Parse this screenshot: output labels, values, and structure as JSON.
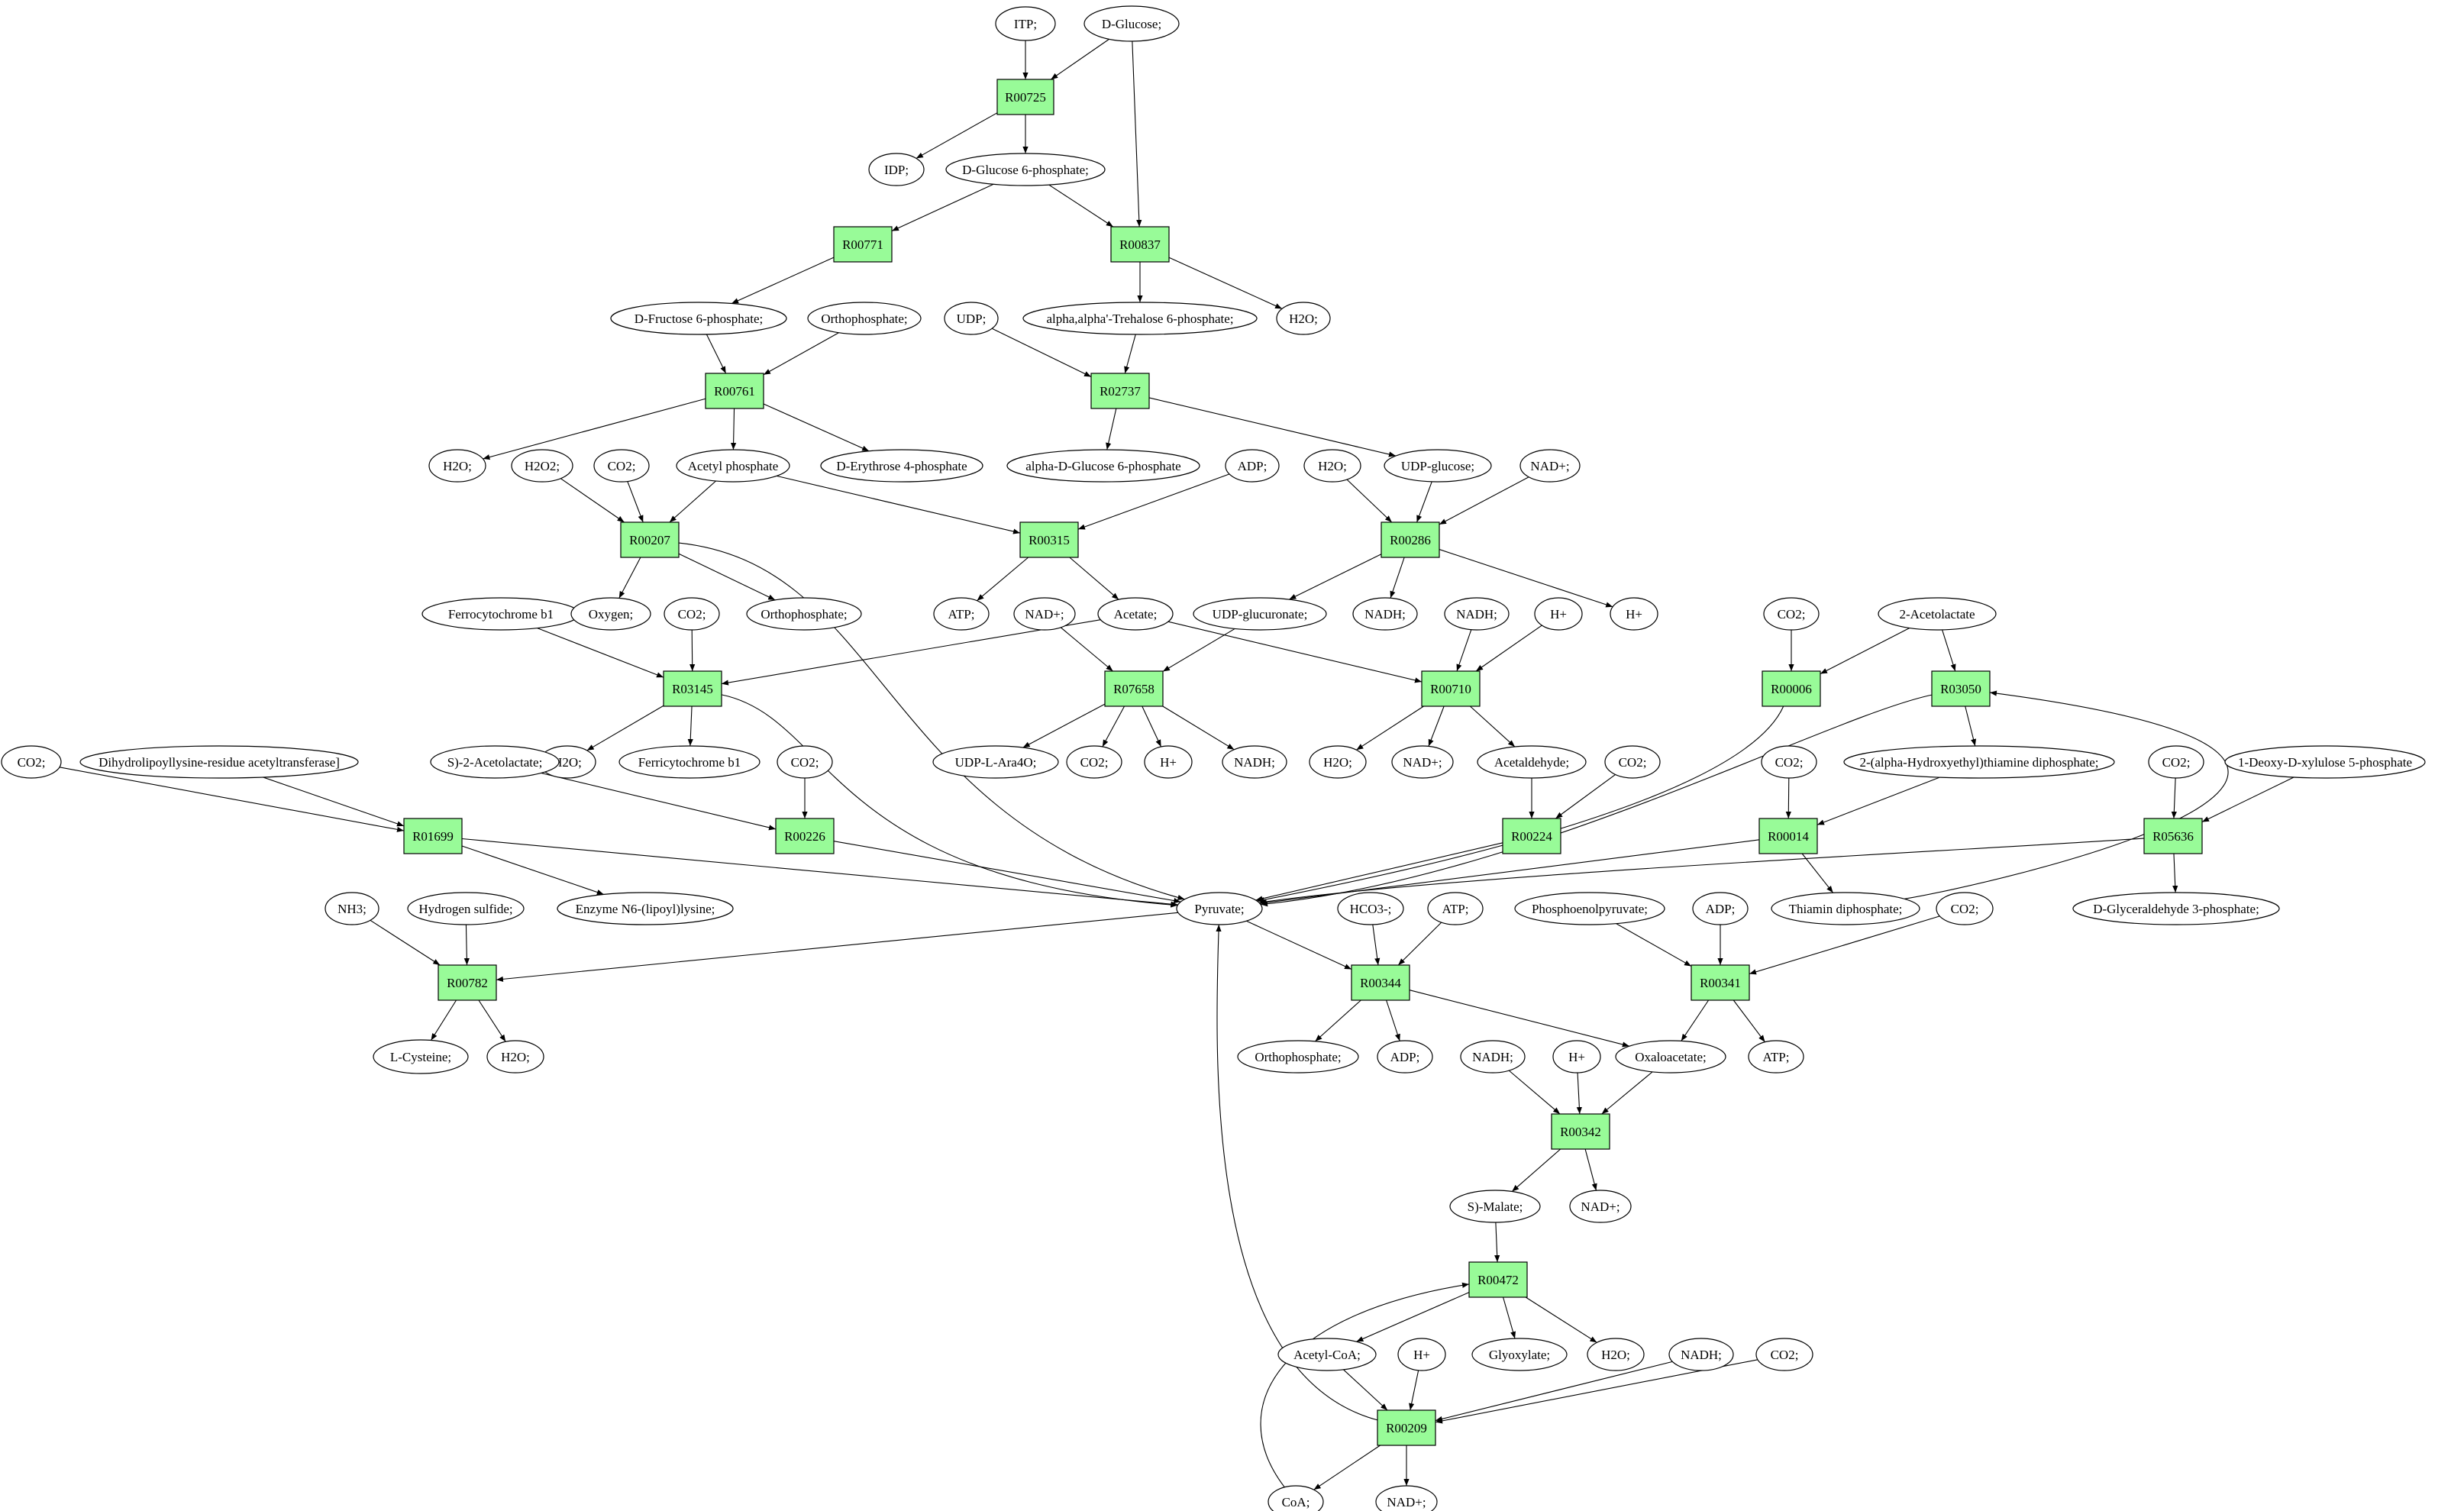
{
  "colors": {
    "metabolite_fill": "#ffffff",
    "reaction_fill": "#98fb98",
    "source_fill": "#00ff00",
    "target_fill": "#ffff00",
    "stroke": "#000000"
  },
  "nodes": {
    "itp": {
      "label": "ITP;"
    },
    "dglucose": {
      "label": "D-Glucose;"
    },
    "r00725": {
      "label": "R00725"
    },
    "idp": {
      "label": "IDP;"
    },
    "g6p": {
      "label": "D-Glucose 6-phosphate;"
    },
    "r00771": {
      "label": "R00771"
    },
    "r00837": {
      "label": "R00837"
    },
    "f6p": {
      "label": "D-Fructose 6-phosphate;"
    },
    "orthophos1": {
      "label": "Orthophosphate;"
    },
    "udp": {
      "label": "UDP;"
    },
    "trehalose6p": {
      "label": "alpha,alpha'-Trehalose 6-phosphate;"
    },
    "h2o_r837": {
      "label": "H2O;"
    },
    "r00761": {
      "label": "R00761"
    },
    "r02737": {
      "label": "R02737"
    },
    "h2o_a": {
      "label": "H2O;"
    },
    "h2o2": {
      "label": "H2O2;"
    },
    "co2_a": {
      "label": "CO2;"
    },
    "acetylphos": {
      "label": "Acetyl phosphate"
    },
    "e4p": {
      "label": "D-Erythrose 4-phosphate"
    },
    "ag1p": {
      "label": "alpha-D-Glucose 6-phosphate"
    },
    "adp_a": {
      "label": "ADP;"
    },
    "h2o_b": {
      "label": "H2O;"
    },
    "udpglc": {
      "label": "UDP-glucose;"
    },
    "nad_a": {
      "label": "NAD+;"
    },
    "r00207": {
      "label": "R00207"
    },
    "r00315": {
      "label": "R00315"
    },
    "r00286": {
      "label": "R00286"
    },
    "ferrocyt": {
      "label": "Ferrocytochrome b1"
    },
    "co2_b": {
      "label": "CO2;"
    },
    "oxygen": {
      "label": "Oxygen;"
    },
    "orthophos2": {
      "label": "Orthophosphate;"
    },
    "atp_a": {
      "label": "ATP;"
    },
    "nad_b": {
      "label": "NAD+;"
    },
    "acetate": {
      "label": "Acetate;"
    },
    "udpglcur": {
      "label": "UDP-glucuronate;"
    },
    "nadh_a": {
      "label": "NADH;"
    },
    "nadh_b": {
      "label": "NADH;"
    },
    "hplus_a": {
      "label": "H+"
    },
    "hplus_b": {
      "label": "H+"
    },
    "co2_c": {
      "label": "CO2;"
    },
    "acetolactate2": {
      "label": "2-Acetolactate"
    },
    "r03145": {
      "label": "R03145"
    },
    "r07658": {
      "label": "R07658"
    },
    "r00710": {
      "label": "R00710"
    },
    "r00006": {
      "label": "R00006"
    },
    "r03050": {
      "label": "R03050"
    },
    "h2o_c": {
      "label": "H2O;"
    },
    "ferricyt": {
      "label": "Ferricytochrome b1"
    },
    "udpara": {
      "label": "UDP-L-Ara4O;"
    },
    "co2_d": {
      "label": "CO2;"
    },
    "hplus_c": {
      "label": "H+"
    },
    "nadh_c": {
      "label": "NADH;"
    },
    "h2o_d": {
      "label": "H2O;"
    },
    "nad_c": {
      "label": "NAD+;"
    },
    "acetaldehyde": {
      "label": "Acetaldehyde;"
    },
    "co2_e": {
      "label": "CO2;"
    },
    "hydroxyethyl": {
      "label": "2-(alpha-Hydroxyethyl)thiamine diphosphate;"
    },
    "co2_f": {
      "label": "CO2;"
    },
    "co2_g": {
      "label": "CO2;"
    },
    "deoxyxylulose": {
      "label": "1-Deoxy-D-xylulose 5-phosphate"
    },
    "co2_h": {
      "label": "CO2;"
    },
    "dihydrolipoyl": {
      "label": "Dihydrolipoyllysine-residue acetyltransferase]"
    },
    "sacetolactate": {
      "label": "S)-2-Acetolactate;"
    },
    "co2_i": {
      "label": "CO2;"
    },
    "r01699": {
      "label": "R01699"
    },
    "r00226": {
      "label": "R00226"
    },
    "r00224": {
      "label": "R00224"
    },
    "r00014": {
      "label": "R00014"
    },
    "r05636": {
      "label": "R05636"
    },
    "nh3": {
      "label": "NH3;"
    },
    "h2s": {
      "label": "Hydrogen sulfide;"
    },
    "lipoyl": {
      "label": "Enzyme N6-(lipoyl)lysine;"
    },
    "pyruvate": {
      "label": "Pyruvate;"
    },
    "hco3": {
      "label": "HCO3-;"
    },
    "atp_b": {
      "label": "ATP;"
    },
    "pep": {
      "label": "Phosphoenolpyruvate;"
    },
    "adp_b": {
      "label": "ADP;"
    },
    "thiamindp": {
      "label": "Thiamin diphosphate;"
    },
    "co2_j": {
      "label": "CO2;"
    },
    "gap": {
      "label": "D-Glyceraldehyde 3-phosphate;"
    },
    "r00782": {
      "label": "R00782"
    },
    "r00344": {
      "label": "R00344"
    },
    "r00341": {
      "label": "R00341"
    },
    "lcysteine": {
      "label": "L-Cysteine;"
    },
    "h2o_e": {
      "label": "H2O;"
    },
    "orthophos3": {
      "label": "Orthophosphate;"
    },
    "adp_c": {
      "label": "ADP;"
    },
    "nadh_d": {
      "label": "NADH;"
    },
    "hplus_d": {
      "label": "H+"
    },
    "oxaloacetate": {
      "label": "Oxaloacetate;"
    },
    "atp_c": {
      "label": "ATP;"
    },
    "r00342": {
      "label": "R00342"
    },
    "smalate": {
      "label": "S)-Malate;"
    },
    "nad_d": {
      "label": "NAD+;"
    },
    "r00472": {
      "label": "R00472"
    },
    "acetylcoa": {
      "label": "Acetyl-CoA;"
    },
    "hplus_e": {
      "label": "H+"
    },
    "glyoxylate": {
      "label": "Glyoxylate;"
    },
    "h2o_f": {
      "label": "H2O;"
    },
    "nadh_e": {
      "label": "NADH;"
    },
    "co2_k": {
      "label": "CO2;"
    },
    "r00209": {
      "label": "R00209"
    },
    "coa": {
      "label": "CoA;"
    },
    "nad_e": {
      "label": "NAD+;"
    }
  }
}
